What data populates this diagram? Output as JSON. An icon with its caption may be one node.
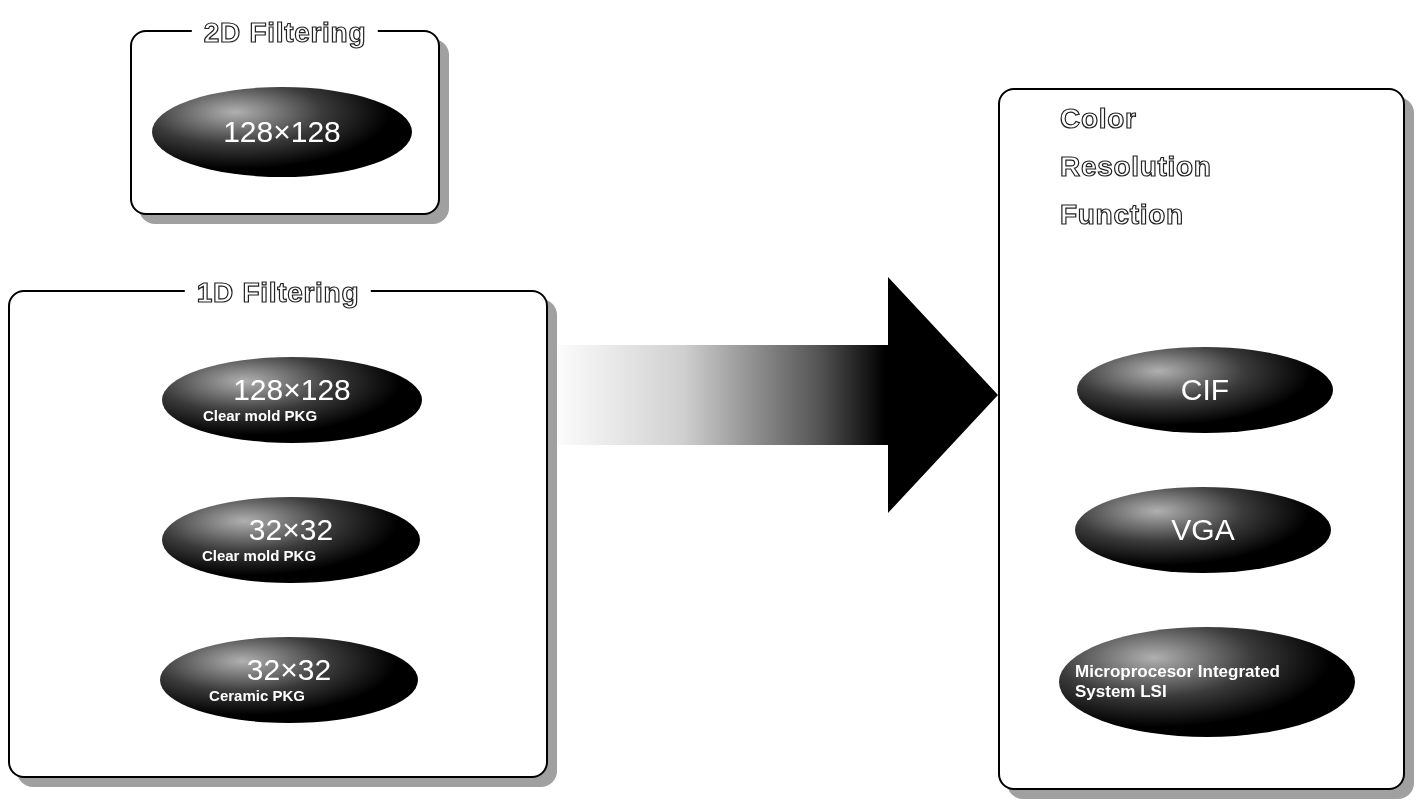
{
  "diagram": {
    "nodes": [
      {
        "text": [
          "2D Filtering"
        ]
      },
      {
        "text": [
          "128×128"
        ],
        "in": 0
      },
      {
        "text": [
          "1D Filtering"
        ]
      },
      {
        "text": [
          "128×128",
          "Clear mold PKG"
        ],
        "in": 2
      },
      {
        "text": [
          "32×32",
          "Clear mold PKG"
        ],
        "in": 2
      },
      {
        "text": [
          "32×32",
          "Ceramic PKG"
        ],
        "in": 2
      },
      {
        "text": [
          "Color",
          "Resolution",
          "Function"
        ]
      },
      {
        "text": [
          "CIF"
        ],
        "in": 6
      },
      {
        "text": [
          "VGA"
        ],
        "in": 6
      },
      {
        "text": [
          "Microprocesor Integrated System LSI"
        ],
        "in": 6
      }
    ],
    "edges": [
      {
        "from": 2,
        "to": 6,
        "arrow": "to",
        "style": "thick"
      }
    ]
  }
}
